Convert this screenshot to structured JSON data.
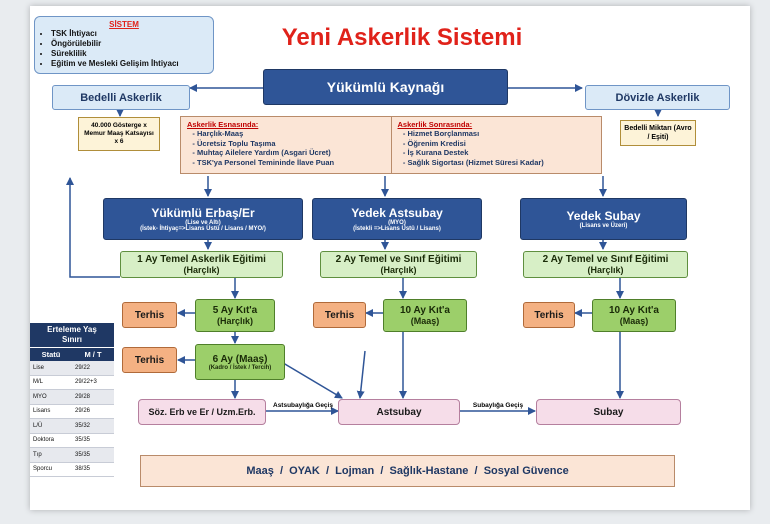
{
  "title": "Yeni Askerlik Sistemi",
  "system": {
    "heading": "SİSTEM",
    "items": [
      "TSK İhtiyacı",
      "Öngörülebilir",
      "Süreklilik",
      "Eğitim ve Mesleki Gelişim İhtiyacı"
    ]
  },
  "source": "Yükümlü Kaynağı",
  "bedelli": {
    "label": "Bedelli Askerlik",
    "detail": "40.000 Gösterge x Memur Maaş Katsayısı x 6"
  },
  "dovizli": {
    "label": "Dövizle Askerlik",
    "detail": "Bedelli Miktarı (Avro / Eşiti)"
  },
  "during": {
    "heading": "Askerlik Esnasında:",
    "items": [
      "Harçlık-Maaş",
      "Ücretsiz Toplu Taşıma",
      "Muhtaç Ailelere Yardım (Asgari Ücret)",
      "TSK'ya Personel Temininde İlave Puan"
    ]
  },
  "after": {
    "heading": "Askerlik Sonrasında:",
    "items": [
      "Hizmet Borçlanması",
      "Öğrenim Kredisi",
      "İş Kurana Destek",
      "Sağlık Sigortası (Hizmet Süresi Kadar)"
    ]
  },
  "columns": {
    "erbas": {
      "title": "Yükümlü Erbaş/Er",
      "sub1": "(Lise ve Altı)",
      "sub2": "(İstek- İhtiyaç=>Lisans Üstü / Lisans / MYO/)",
      "training": "1 Ay Temel Askerlik Eğitimi",
      "training_pay": "(Harçlık)",
      "unit": "5 Ay Kıt'a",
      "unit_pay": "(Harçlık)",
      "extra": "6 Ay (Maaş)",
      "extra_sub": "(Kadro / İstek / Tercih)"
    },
    "astsubay": {
      "title": "Yedek Astsubay",
      "sub1": "(MYO)",
      "sub2": "(İstekli =>Lisans  Üstü / Lisans)",
      "training": "2 Ay Temel ve Sınıf Eğitimi",
      "training_pay": "(Harçlık)",
      "unit": "10 Ay Kıt'a",
      "unit_pay": "(Maaş)"
    },
    "subay": {
      "title": "Yedek Subay",
      "sub1": "(Lisans ve Üzeri)",
      "training": "2 Ay Temel ve Sınıf Eğitimi",
      "training_pay": "(Harçlık)",
      "unit": "10 Ay Kıt'a",
      "unit_pay": "(Maaş)"
    }
  },
  "terhis": "Terhis",
  "career": {
    "soz": "Söz. Erb ve Er / Uzm.Erb.",
    "to_astsubay": "Astsubaylığa Geçiş",
    "astsubay": "Astsubay",
    "to_subay": "Subaylığa Geçiş",
    "subay": "Subay"
  },
  "benefits": "Maaş  /  OYAK  /  Lojman  /  Sağlık-Hastane  /  Sosyal Güvence",
  "deferral": {
    "title": "Erteleme Yaş Sınırı",
    "headers": [
      "Statü",
      "M / T"
    ],
    "rows": [
      [
        "Lise",
        "29/22"
      ],
      [
        "M/L",
        "29/22+3"
      ],
      [
        "MYO",
        "29/28"
      ],
      [
        "Lisans",
        "29/26"
      ],
      [
        "L/Ü",
        "35/32"
      ],
      [
        "Doktora",
        "35/35"
      ],
      [
        "Tıp",
        "35/35"
      ],
      [
        "Sporcu",
        "38/35"
      ]
    ]
  },
  "colors": {
    "title": "#e0221a",
    "blue": "#2f5597",
    "green": "#9ccf6a",
    "orange": "#f4b183",
    "line": "#2f5597"
  }
}
